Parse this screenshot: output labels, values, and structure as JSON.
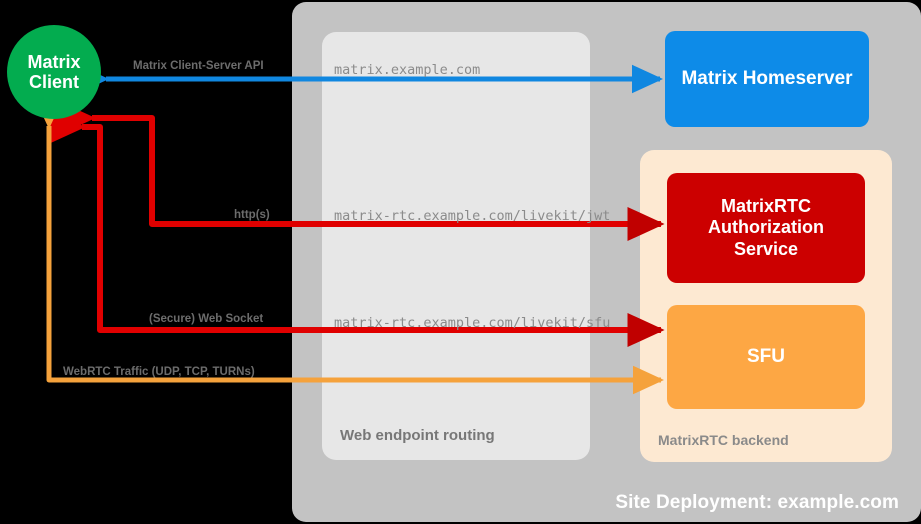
{
  "diagram": {
    "site": {
      "label": "Site Deployment: example.com",
      "color": "#c3c3c3"
    },
    "routing": {
      "label": "Web endpoint routing",
      "color": "#e7e7e7"
    },
    "backend": {
      "label": "MatrixRTC backend",
      "color": "#fde9d2"
    }
  },
  "nodes": {
    "client": {
      "line1": "Matrix",
      "line2": "Client",
      "color": "#03ac4f"
    },
    "homeserver": {
      "label": "Matrix Homeserver",
      "color": "#0d8be8"
    },
    "auth": {
      "line1": "MatrixRTC",
      "line2": "Authorization",
      "line3": "Service",
      "color": "#cc0000"
    },
    "sfu": {
      "label": "SFU",
      "color": "#fda744"
    }
  },
  "edges": [
    {
      "name": "matrix-client-server-api",
      "protocol_label": "Matrix Client-Server API",
      "endpoint": "matrix.example.com",
      "color": "#1087e0",
      "direction": "bidirectional"
    },
    {
      "name": "livekit-jwt",
      "protocol_label": "http(s)",
      "endpoint": "matrix-rtc.example.com/livekit/jwt",
      "color": "#e00000",
      "direction": "bidirectional"
    },
    {
      "name": "livekit-sfu",
      "protocol_label": "(Secure) Web Socket",
      "endpoint": "matrix-rtc.example.com/livekit/sfu",
      "color": "#e00000",
      "direction": "bidirectional"
    },
    {
      "name": "webrtc-traffic",
      "protocol_label": "WebRTC Traffic (UDP, TCP, TURNs)",
      "endpoint": "",
      "color": "#f5a23c",
      "direction": "bidirectional"
    }
  ]
}
